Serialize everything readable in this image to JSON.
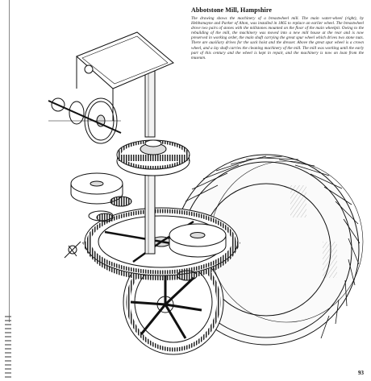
{
  "caption": {
    "title": "Abbotstone Mill, Hampshire",
    "body": "The drawing shows the machinery of a breastwheel mill. The main water-wheel (right), by Hebbsmayne and Parker of Alton, was installed in 1865 to replace an earlier wheel. The breastwheel drove two pairs of stones with the millstones mounted on the floor of the main wheelpit. Owing to the rebuilding of the mill, the machinery was moved into a new mill house at the rear and is now preserved in working order, the main shaft carrying the great spur wheel which drives two stone nuts. There are auxiliary drives for the sack hoist and the dresser. Above the great spur wheel is a crown wheel, and a lay shaft carries the cleaning machinery of the mill. The mill was working until the early part of this century and the wheel is kept in repair, and the machinery is now on loan from the museum."
  },
  "page_number": "93"
}
